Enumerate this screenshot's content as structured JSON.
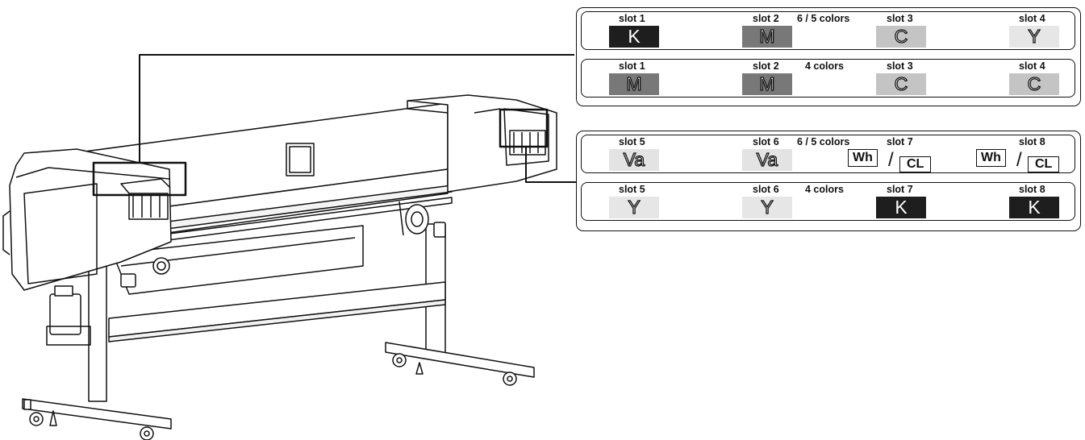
{
  "panel_front": {
    "rows": [
      {
        "mode": "6 / 5 colors",
        "slots": [
          {
            "label": "slot 1",
            "ink": "K",
            "style": "solid-dark"
          },
          {
            "label": "slot 2",
            "ink": "M",
            "style": "bg-m"
          },
          {
            "label": "slot 3",
            "ink": "C",
            "style": "bg-c"
          },
          {
            "label": "slot 4",
            "ink": "Y",
            "style": "bg-y"
          }
        ]
      },
      {
        "mode": "4 colors",
        "slots": [
          {
            "label": "slot 1",
            "ink": "M",
            "style": "bg-m"
          },
          {
            "label": "slot 2",
            "ink": "M",
            "style": "bg-m"
          },
          {
            "label": "slot 3",
            "ink": "C",
            "style": "bg-c"
          },
          {
            "label": "slot 4",
            "ink": "C",
            "style": "bg-c"
          }
        ]
      }
    ]
  },
  "panel_rear": {
    "rows": [
      {
        "mode": "6 / 5 colors",
        "slots": [
          {
            "label": "slot 5",
            "ink": "Va",
            "style": "bg-va"
          },
          {
            "label": "slot 6",
            "ink": "Va",
            "style": "bg-va"
          },
          {
            "label": "slot 7",
            "ink_a": "Wh",
            "ink_b": "CL",
            "style": "split"
          },
          {
            "label": "slot 8",
            "ink_a": "Wh",
            "ink_b": "CL",
            "style": "split"
          }
        ]
      },
      {
        "mode": "4 colors",
        "slots": [
          {
            "label": "slot 5",
            "ink": "Y",
            "style": "bg-y"
          },
          {
            "label": "slot 6",
            "ink": "Y",
            "style": "bg-y"
          },
          {
            "label": "slot 7",
            "ink": "K",
            "style": "solid-dark"
          },
          {
            "label": "slot 8",
            "ink": "K",
            "style": "solid-dark"
          }
        ]
      }
    ]
  },
  "colors": {
    "K": "#1e1e1e",
    "M": "#787878",
    "C": "#c4c4c4",
    "Y": "#e6e6e6",
    "Va": "#e3e3e3",
    "line": "#111111"
  }
}
